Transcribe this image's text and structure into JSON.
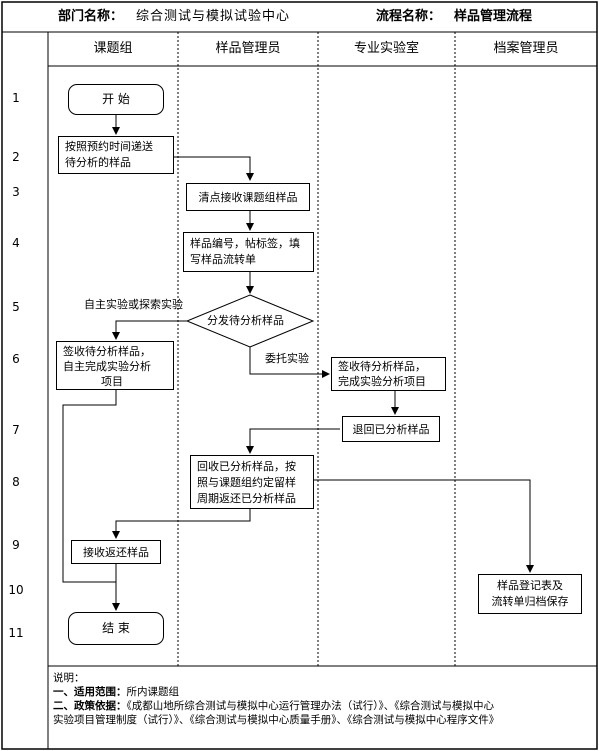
{
  "header": {
    "dept_label": "部门名称：",
    "dept_value": "综合测试与模拟试验中心",
    "flow_label": "流程名称：",
    "flow_value": "样品管理流程"
  },
  "lanes": [
    "课题组",
    "样品管理员",
    "专业实验室",
    "档案管理员"
  ],
  "rows": [
    "1",
    "2",
    "3",
    "4",
    "5",
    "6",
    "7",
    "8",
    "9",
    "10",
    "11"
  ],
  "nodes": {
    "start": "开  始",
    "submit": [
      "按照预约时间递送",
      "待分析的样品"
    ],
    "check": "清点接收课题组样品",
    "label": [
      "样品编号，帖标签，填",
      "写样品流转单"
    ],
    "dispatch": "分发待分析样品",
    "self_sign": [
      "签收待分析样品，",
      "自主完成实验分析",
      "项目"
    ],
    "lab_sign": [
      "签收待分析样品，",
      "完成实验分析项目"
    ],
    "return_lab": "退回已分析样品",
    "recover": [
      "回收已分析样品，按",
      "照与课题组约定留样",
      "周期返还已分析样品"
    ],
    "receive": "接收返还样品",
    "archive": [
      "样品登记表及",
      "流转单归档保存"
    ],
    "end": "结  束"
  },
  "edge_labels": {
    "self": "自主实验或探索实验",
    "entrust": "委托实验"
  },
  "notes": {
    "title": "说明：",
    "scope_label": "一、适用范围：",
    "scope_value": "所内课题组",
    "basis_label": "二、政策依据：",
    "basis_line1": "《成都山地所综合测试与模拟中心运行管理办法（试行）》、《综合测试与模拟中心",
    "basis_line2": "实验项目管理制度（试行）》、《综合测试与模拟中心质量手册》、《综合测试与模拟中心程序文件》"
  }
}
